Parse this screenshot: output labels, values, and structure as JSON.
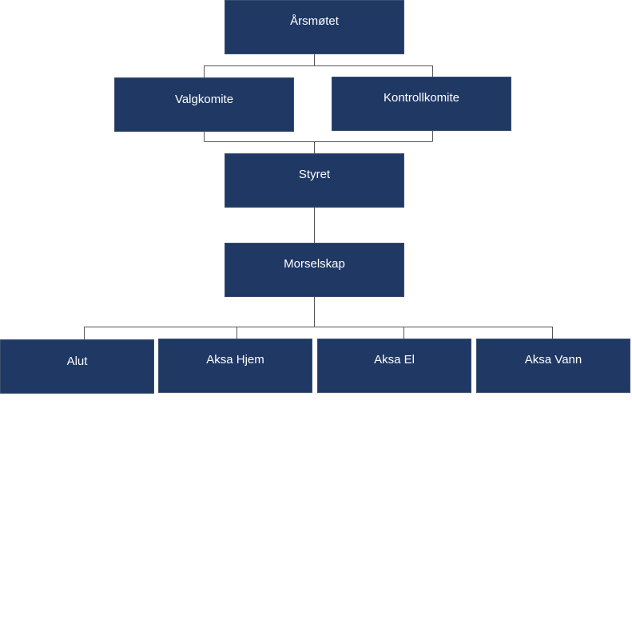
{
  "diagram": {
    "type": "org-chart",
    "colors": {
      "box_fill": "#203864",
      "box_text": "#ffffff",
      "connector": "#555555",
      "background": "#ffffff"
    },
    "nodes": {
      "arsmotet": "Årsmøtet",
      "valgkomite": "Valgkomite",
      "kontrollkomite": "Kontrollkomite",
      "styret": "Styret",
      "morselskap": "Morselskap",
      "alut": "Alut",
      "aksa_hjem": "Aksa Hjem",
      "aksa_el": "Aksa El",
      "aksa_vann": "Aksa Vann"
    },
    "edges": [
      [
        "Årsmøtet",
        "Valgkomite"
      ],
      [
        "Årsmøtet",
        "Kontrollkomite"
      ],
      [
        "Valgkomite",
        "Styret"
      ],
      [
        "Kontrollkomite",
        "Styret"
      ],
      [
        "Styret",
        "Morselskap"
      ],
      [
        "Morselskap",
        "Alut"
      ],
      [
        "Morselskap",
        "Aksa Hjem"
      ],
      [
        "Morselskap",
        "Aksa El"
      ],
      [
        "Morselskap",
        "Aksa Vann"
      ]
    ]
  }
}
